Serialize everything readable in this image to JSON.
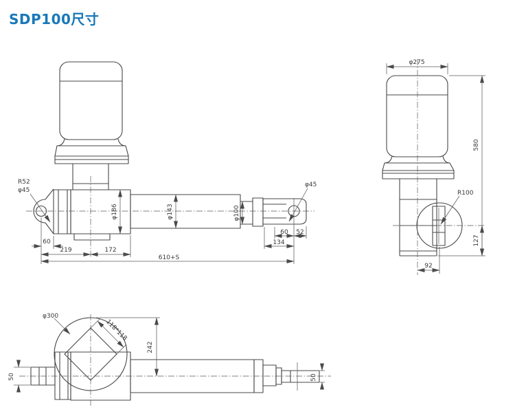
{
  "page": {
    "title": "SDP100尺寸"
  },
  "colors": {
    "title": "#1878ba",
    "line": "#474747",
    "text": "#3a3a3a",
    "background": "#ffffff"
  },
  "side_view": {
    "r52": "R52",
    "d45_left": "φ45",
    "d45_right": "φ45",
    "d186": "φ186",
    "d143": "φ143",
    "d100": "φ100",
    "len60_left": "60",
    "len219": "219",
    "len172": "172",
    "len610s": "610+S",
    "len134": "134",
    "len60_right": "60",
    "len52": "52"
  },
  "front_view": {
    "d275": "φ275",
    "len580": "580",
    "r100": "R100",
    "len127": "127",
    "len92": "92"
  },
  "top_view": {
    "d300": "φ300",
    "square118": "118*118",
    "len242": "242",
    "len50_left": "50",
    "len50_right": "50"
  }
}
